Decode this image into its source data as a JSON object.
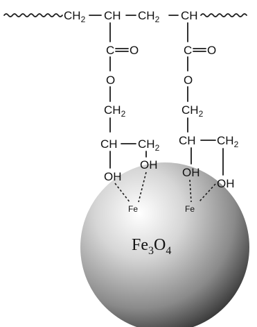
{
  "backbone": {
    "ch2_left": "CH",
    "ch2_left_sub": "2",
    "ch_left": "CH",
    "ch2_mid": "CH",
    "ch2_mid_sub": "2",
    "ch_right": "CH"
  },
  "left_chain": {
    "c": "C",
    "o_double": "O",
    "o_ester": "O",
    "ch2": "CH",
    "ch2_sub": "2",
    "ch": "CH",
    "ch2_branch": "CH",
    "ch2_branch_sub": "2",
    "oh_left": "OH",
    "oh_right": "OH",
    "fe": "Fe"
  },
  "right_chain": {
    "c": "C",
    "o_double": "O",
    "o_ester": "O",
    "ch2": "CH",
    "ch2_sub": "2",
    "ch": "CH",
    "ch2_branch": "CH",
    "ch2_branch_sub": "2",
    "oh_left": "OH",
    "oh_right": "OH",
    "fe": "Fe"
  },
  "core": {
    "fe": "Fe",
    "fe_sub": "3",
    "o": "O",
    "o_sub": "4"
  },
  "colors": {
    "sphere_highlight": "#ffffff",
    "sphere_mid": "#c8c8c8",
    "sphere_edge": "#3a3a3a",
    "ink": "#111111"
  }
}
